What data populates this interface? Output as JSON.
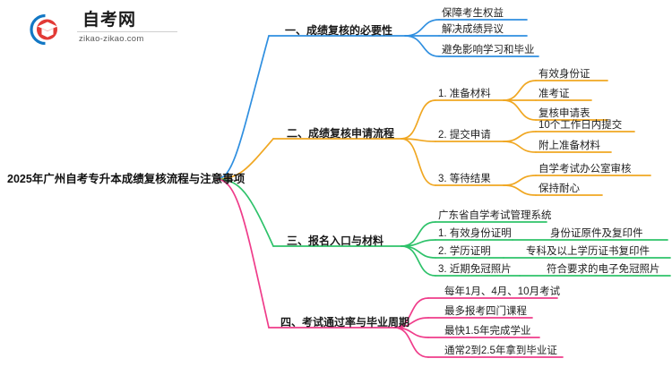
{
  "branding": {
    "logo_icon": "graduation-cap-icon",
    "name_cn": "自考网",
    "domain": "zikao-zikao.com",
    "arc_color": "#1277c4",
    "cap_color": "#e23a36"
  },
  "mindmap": {
    "type": "mindmap",
    "root": {
      "label": "2025年广州自考专升本成绩复核流程与注意事项"
    },
    "branches": [
      {
        "index": 1,
        "label": "一、成绩复核的必要性",
        "color": "#2f8fe0",
        "children": [
          {
            "label": "保障考生权益",
            "children": []
          },
          {
            "label": "解决成绩异议",
            "children": []
          },
          {
            "label": "避免影响学习和毕业",
            "children": []
          }
        ]
      },
      {
        "index": 2,
        "label": "二、成绩复核申请流程",
        "color": "#f0a722",
        "children": [
          {
            "label": "1. 准备材料",
            "children": [
              {
                "label": "有效身份证"
              },
              {
                "label": "准考证"
              },
              {
                "label": "复核申请表"
              }
            ]
          },
          {
            "label": "2. 提交申请",
            "children": [
              {
                "label": "10个工作日内提交"
              },
              {
                "label": "附上准备材料"
              }
            ]
          },
          {
            "label": "3. 等待结果",
            "children": [
              {
                "label": "自学考试办公室审核"
              },
              {
                "label": "保持耐心"
              }
            ]
          }
        ]
      },
      {
        "index": 3,
        "label": "三、报名入口与材料",
        "color": "#2ec26a",
        "children": [
          {
            "label": "广东省自学考试管理系统",
            "children": []
          },
          {
            "label": "1. 有效身份证明",
            "children": [
              {
                "label": "身份证原件及复印件"
              }
            ]
          },
          {
            "label": "2. 学历证明",
            "children": [
              {
                "label": "专科及以上学历证书复印件"
              }
            ]
          },
          {
            "label": "3. 近期免冠照片",
            "children": [
              {
                "label": "符合要求的电子免冠照片"
              }
            ]
          }
        ]
      },
      {
        "index": 4,
        "label": "四、考试通过率与毕业周期",
        "color": "#ef3c8a",
        "children": [
          {
            "label": "每年1月、4月、10月考试",
            "children": []
          },
          {
            "label": "最多报考四门课程",
            "children": []
          },
          {
            "label": "最快1.5年完成学业",
            "children": []
          },
          {
            "label": "通常2到2.5年拿到毕业证",
            "children": []
          }
        ]
      }
    ]
  }
}
